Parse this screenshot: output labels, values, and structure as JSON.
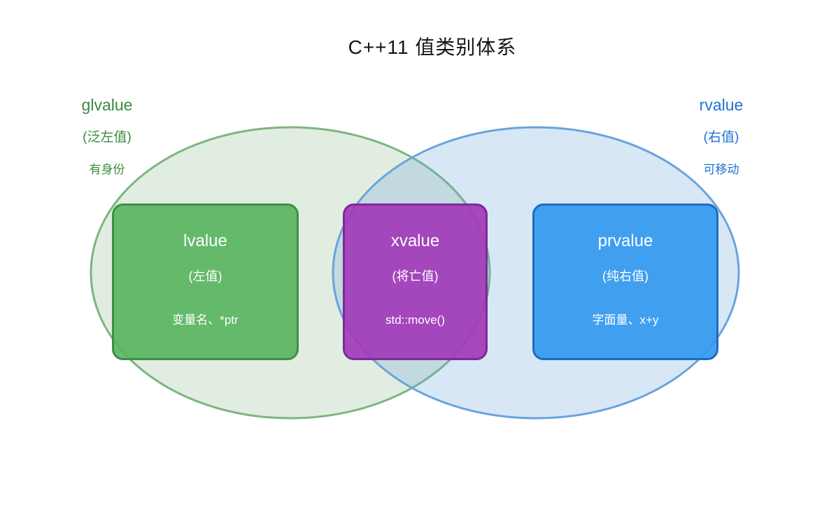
{
  "title": "C++11 值类别体系",
  "sets": {
    "glvalue": {
      "name": "glvalue",
      "translation": "(泛左值)",
      "property": "有身份",
      "text_color": "#3a8a3e",
      "stroke_color": "#7db57e",
      "fill_color": "#ddeedd"
    },
    "rvalue": {
      "name": "rvalue",
      "translation": "(右值)",
      "property": "可移动",
      "text_color": "#1e72d2",
      "stroke_color": "#6aa3dc",
      "fill_color": "#d6e8f8"
    }
  },
  "boxes": [
    {
      "name": "lvalue",
      "translation": "(左值)",
      "examples": "变量名、*ptr",
      "fill_color": "#56b25e",
      "border_color": "#3e8e49"
    },
    {
      "name": "xvalue",
      "translation": "(将亡值)",
      "examples": "std::move()",
      "fill_color": "#a239b8",
      "border_color": "#7d2a99"
    },
    {
      "name": "prvalue",
      "translation": "(纯右值)",
      "examples": "字面量、x+y",
      "fill_color": "#3399ee",
      "border_color": "#1e6cc0"
    }
  ]
}
